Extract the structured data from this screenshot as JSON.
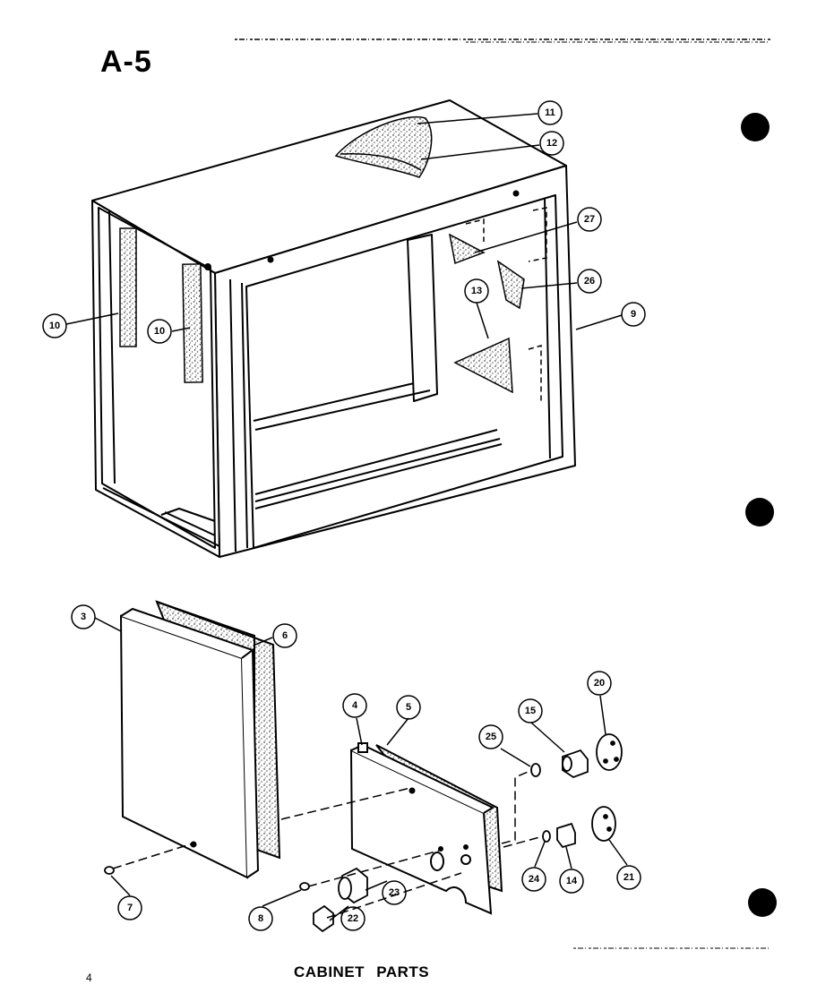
{
  "page_id": "A-5",
  "caption": "CABINET PARTS",
  "page_number": "4",
  "callouts": {
    "c11": "11",
    "c12": "12",
    "c27": "27",
    "c26a": "26",
    "c13": "13",
    "c9": "9",
    "c10a": "10",
    "c10b": "10",
    "c3": "3",
    "c6": "6",
    "c4": "4",
    "c5": "5",
    "c25": "25",
    "c15": "15",
    "c20": "20",
    "c24": "24",
    "c14": "14",
    "c21": "21",
    "c7": "7",
    "c8": "8",
    "c23": "23",
    "c22": "22"
  },
  "colors": {
    "ink": "#000000",
    "paper": "#ffffff"
  }
}
